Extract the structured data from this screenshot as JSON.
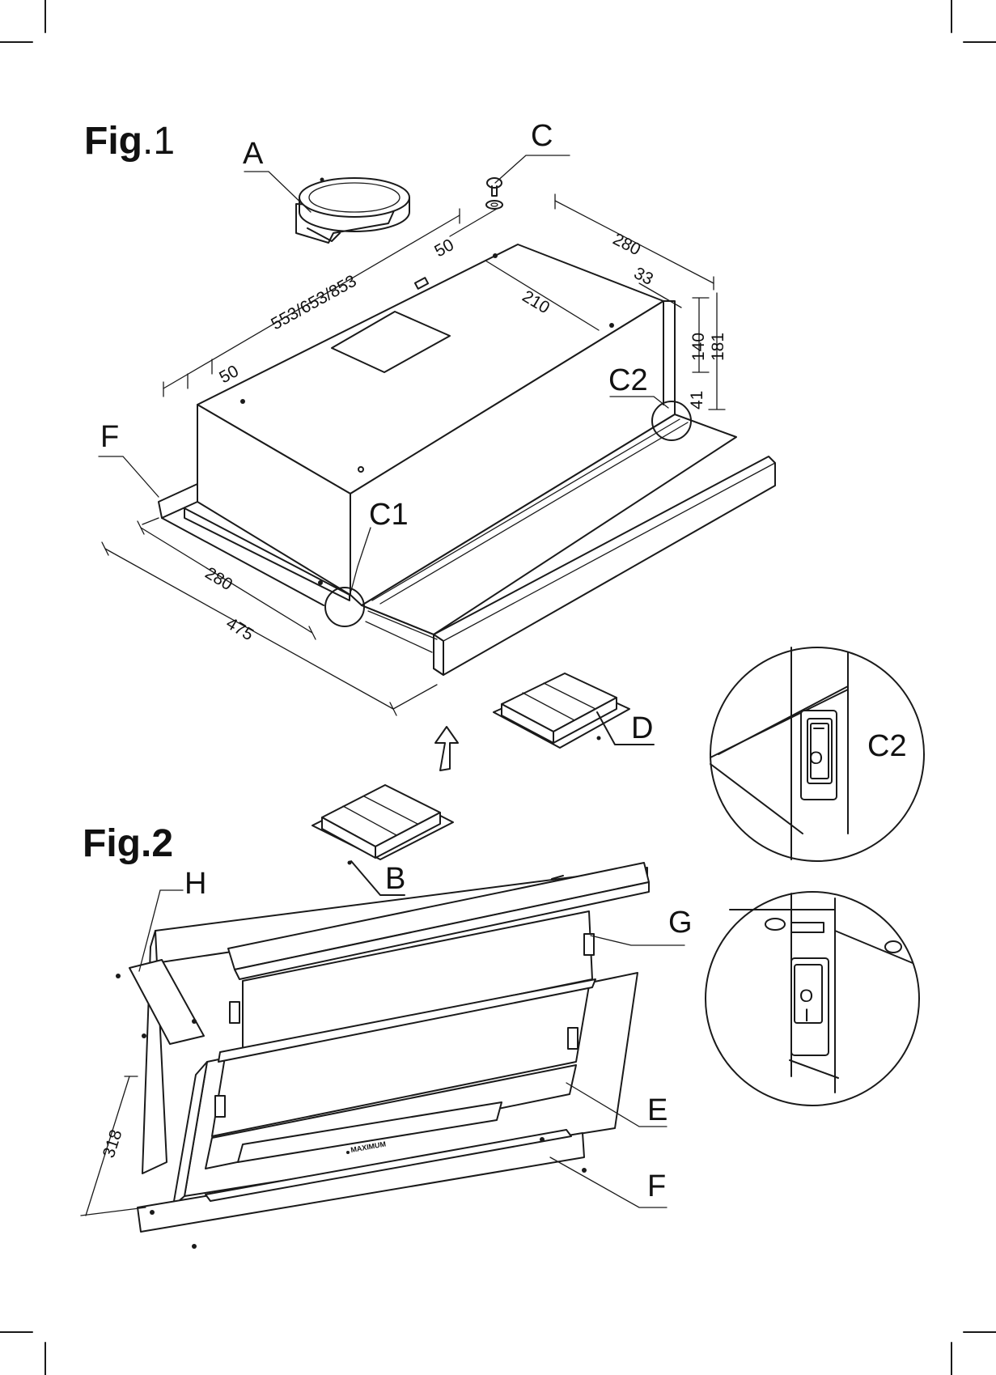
{
  "figures": {
    "fig1": {
      "prefix": "Fig",
      "number": ".1"
    },
    "fig2": {
      "prefix": "Fig",
      "number": ".2"
    }
  },
  "callouts": {
    "a": "A",
    "c": "C",
    "c1": "C1",
    "c2": "C2",
    "d": "D",
    "b": "B",
    "f_top": "F",
    "h": "H",
    "g": "G",
    "e": "E",
    "f_bottom": "F",
    "c2_detail": "C2"
  },
  "dimensions": {
    "width_options": "553/653/853",
    "top_left_50": "50",
    "top_mid_50": "50",
    "center_210": "210",
    "right_280": "280",
    "right_33": "33",
    "height_140": "140",
    "height_181": "181",
    "height_41": "41",
    "depth_280": "280",
    "depth_475": "475",
    "vertical_318": "318"
  },
  "switch": {
    "detail_top_symbol": "O",
    "detail_bottom_off": "O",
    "detail_bottom_on": "I"
  }
}
